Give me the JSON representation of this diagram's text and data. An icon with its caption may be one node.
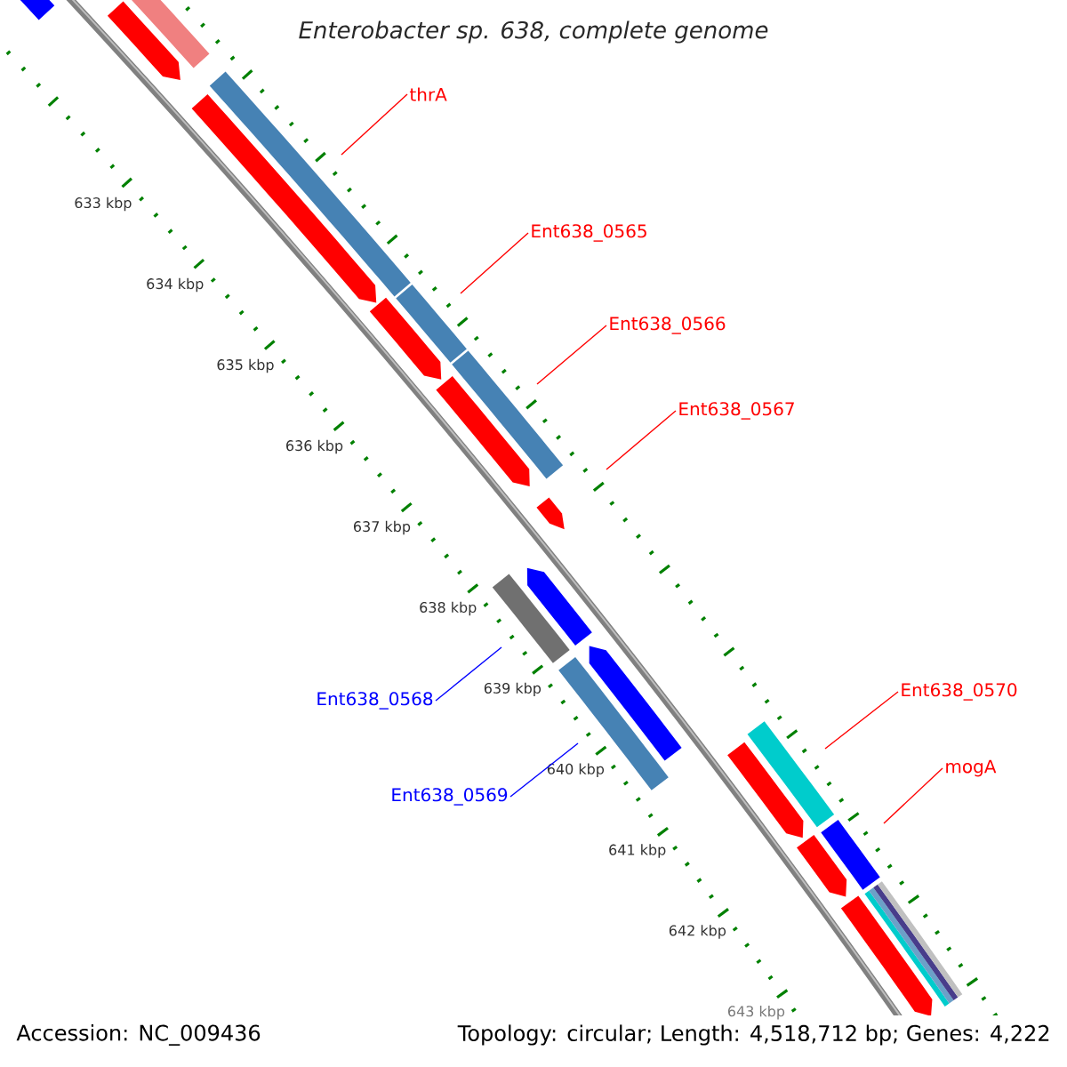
{
  "diagram": {
    "title": "Enterobacter sp. 638, complete genome",
    "nodes": [
      {
        "text": [
          "thrA"
        ]
      },
      {
        "text": [
          "Ent638_0565"
        ]
      },
      {
        "text": [
          "Ent638_0566"
        ]
      },
      {
        "text": [
          "Ent638_0567"
        ]
      },
      {
        "text": [
          "Ent638_0568"
        ]
      },
      {
        "text": [
          "Ent638_0570"
        ]
      },
      {
        "text": [
          "mogA"
        ]
      },
      {
        "text": [
          "Ent638_0569"
        ]
      }
    ],
    "edges": [
      {
        "from": 0,
        "to": null,
        "arrow": "none"
      },
      {
        "from": 1,
        "to": null,
        "arrow": "none"
      },
      {
        "from": 2,
        "to": null,
        "arrow": "none"
      },
      {
        "from": 3,
        "to": null,
        "arrow": "none"
      },
      {
        "from": 4,
        "to": null,
        "arrow": "none",
        "color": "#0000ff"
      },
      {
        "from": 5,
        "to": null,
        "arrow": "none"
      },
      {
        "from": 6,
        "to": null,
        "arrow": "none"
      },
      {
        "from": 7,
        "to": null,
        "arrow": "none",
        "color": "#0000ff"
      }
    ],
    "labels": [
      "633 kbp",
      "634 kbp",
      "635 kbp",
      "636 kbp",
      "637 kbp",
      "638 kbp",
      "639 kbp",
      "640 kbp",
      "641 kbp",
      "642 kbp",
      "643 kbp",
      "Accession: NC_009436",
      "Topology: circular; Length: 4,518,712 bp; Genes: 4,222"
    ]
  }
}
